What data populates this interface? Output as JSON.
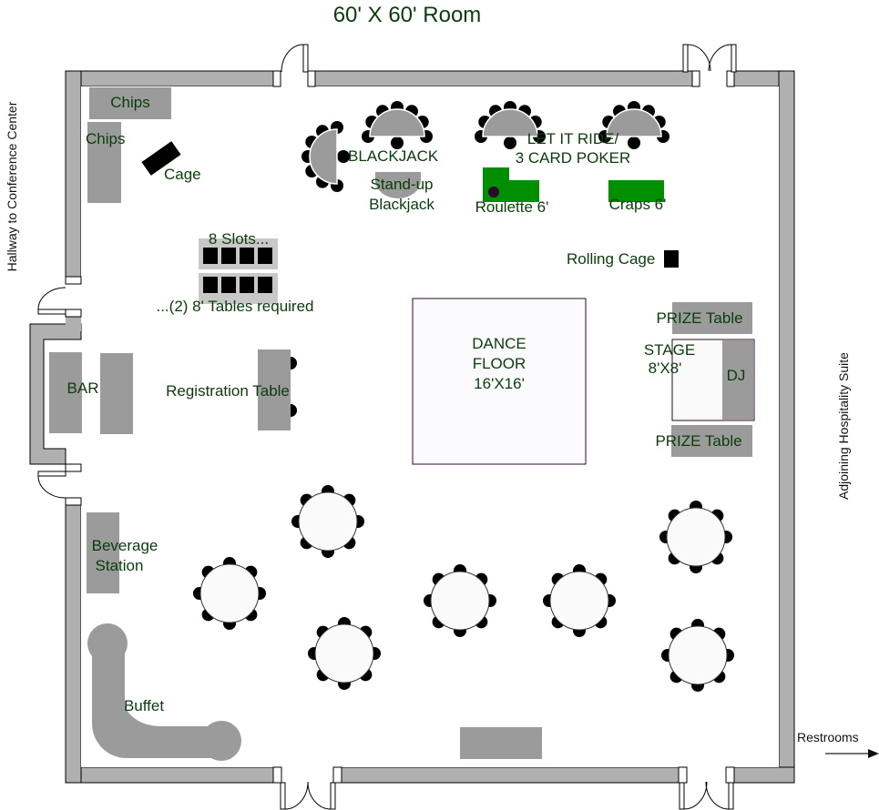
{
  "title": "60' X 60' Room",
  "side_labels": {
    "left": "Hallway to Conference Center",
    "right": "Adjoining Hospitality Suite",
    "restrooms": "Restrooms"
  },
  "colors": {
    "wall": "#b0b0b0",
    "furniture": "#9b9b9b",
    "label": "#0b3d0b",
    "game_table": "#008f00",
    "chair": "#000000",
    "round_table": "#fafafa"
  },
  "labels": {
    "chips_top": "Chips",
    "chips_side": "Chips",
    "cage": "Cage",
    "blackjack": "BLACKJACK",
    "standup_1": "Stand-up",
    "standup_2": "Blackjack",
    "let_it_ride_1": "LET IT RIDE/",
    "let_it_ride_2": "3 CARD POKER",
    "roulette": "Roulette 6'",
    "craps": "Craps 6'",
    "slots": "8 Slots...",
    "slots_tables": "...(2) 8' Tables required",
    "rolling_cage": "Rolling Cage",
    "bar": "BAR",
    "registration": "Registration Table",
    "dance_1": "DANCE",
    "dance_2": "FLOOR",
    "dance_3": "16'X16'",
    "prize_top": "PRIZE Table",
    "prize_bottom": "PRIZE Table",
    "stage_1": "STAGE",
    "stage_2": "8'X8'",
    "dj": "DJ",
    "beverage_1": "Beverage",
    "beverage_2": "Station",
    "buffet": "Buffet"
  },
  "round_tables": [
    {
      "name": "round-table-1",
      "seats": 8
    },
    {
      "name": "round-table-2",
      "seats": 8
    },
    {
      "name": "round-table-3",
      "seats": 8
    },
    {
      "name": "round-table-4",
      "seats": 8
    },
    {
      "name": "round-table-5",
      "seats": 8
    },
    {
      "name": "round-table-6",
      "seats": 8
    },
    {
      "name": "round-table-7",
      "seats": 8
    }
  ],
  "slot_machines_count": 8
}
